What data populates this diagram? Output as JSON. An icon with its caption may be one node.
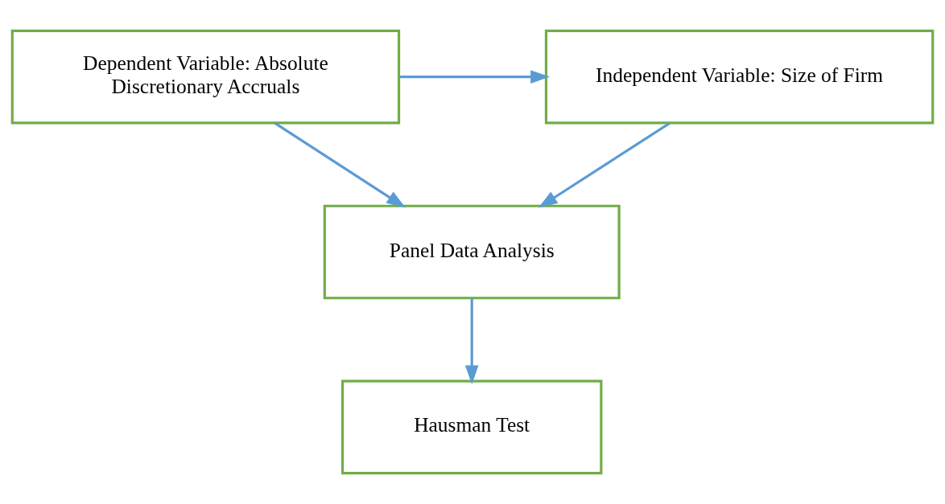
{
  "diagram": {
    "nodes": [
      {
        "text": [
          "Dependent Variable: Absolute Discretionary Accruals"
        ]
      },
      {
        "text": [
          "Independent Variable: Size of Firm"
        ]
      },
      {
        "text": [
          "Panel Data Analysis"
        ]
      },
      {
        "text": [
          "Hausman Test"
        ]
      }
    ],
    "edges": [
      {
        "from": 0,
        "to": 1,
        "arrow": "to"
      },
      {
        "from": 0,
        "to": 2,
        "arrow": "to"
      },
      {
        "from": 1,
        "to": 2,
        "arrow": "to"
      },
      {
        "from": 2,
        "to": 3,
        "arrow": "to"
      }
    ]
  }
}
